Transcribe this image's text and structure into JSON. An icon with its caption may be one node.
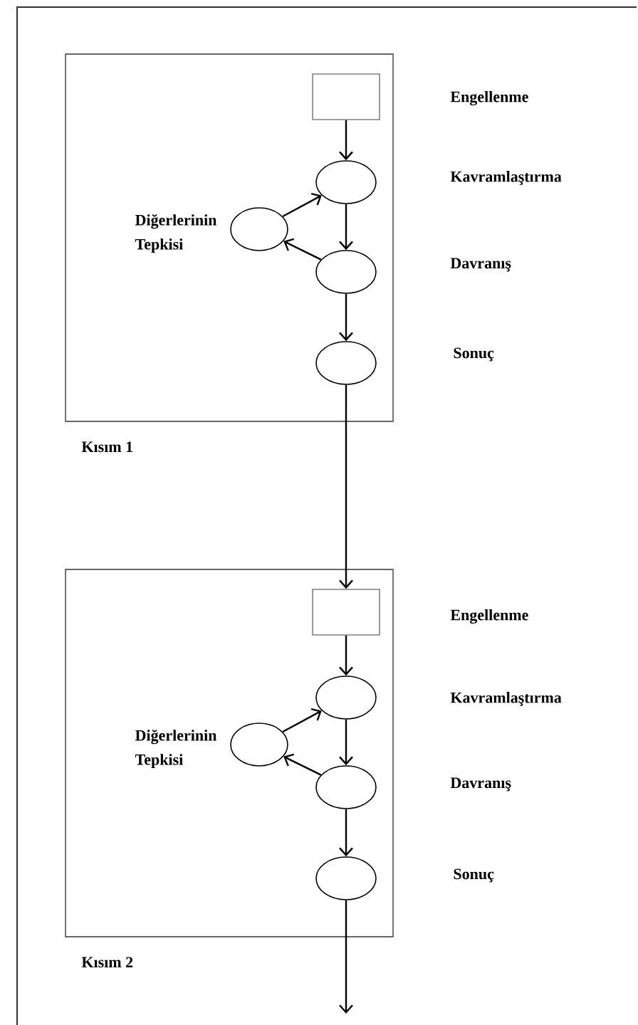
{
  "diagram": {
    "nodes": [
      {
        "text": [
          "Kısım 1"
        ]
      },
      {
        "text": [],
        "shape": "box",
        "in": 0
      },
      {
        "text": [],
        "shape": "ellipse",
        "in": 0
      },
      {
        "text": [],
        "shape": "ellipse",
        "in": 0,
        "beside": [
          "Diğerlerinin Tepkisi"
        ]
      },
      {
        "text": [],
        "shape": "ellipse",
        "in": 0
      },
      {
        "text": [],
        "shape": "ellipse",
        "in": 0
      },
      {
        "text": [
          "Kısım 2"
        ]
      },
      {
        "text": [],
        "shape": "box",
        "in": 6
      },
      {
        "text": [],
        "shape": "ellipse",
        "in": 6
      },
      {
        "text": [],
        "shape": "ellipse",
        "in": 6,
        "beside": [
          "Diğerlerinin Tepkisi"
        ]
      },
      {
        "text": [],
        "shape": "ellipse",
        "in": 6
      },
      {
        "text": [],
        "shape": "ellipse",
        "in": 6
      }
    ],
    "edges": [
      {
        "from": 1,
        "to": 2,
        "arrow": "to"
      },
      {
        "from": 2,
        "to": 4,
        "arrow": "to"
      },
      {
        "from": 4,
        "to": 5,
        "arrow": "to"
      },
      {
        "from": 3,
        "to": 2,
        "arrow": "to"
      },
      {
        "from": 4,
        "to": 3,
        "arrow": "to"
      },
      {
        "from": 5,
        "to": 7,
        "arrow": "to"
      },
      {
        "from": 7,
        "to": 8,
        "arrow": "to"
      },
      {
        "from": 8,
        "to": 10,
        "arrow": "to"
      },
      {
        "from": 10,
        "to": 11,
        "arrow": "to"
      },
      {
        "from": 9,
        "to": 8,
        "arrow": "to"
      },
      {
        "from": 10,
        "to": 9,
        "arrow": "to"
      },
      {
        "from": 11,
        "to": null,
        "arrow": "to"
      }
    ],
    "labels": [
      "Engellenme",
      "Kavramlaştırma",
      "Davranış",
      "Sonuç",
      "Engellenme",
      "Kavramlaştırma",
      "Davranış",
      "Sonuç"
    ]
  }
}
